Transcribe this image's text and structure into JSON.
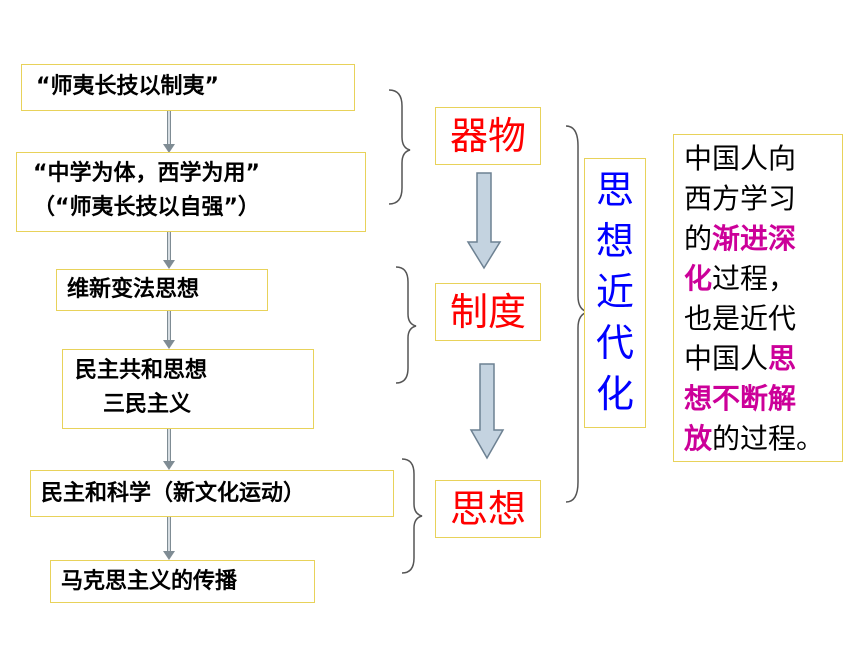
{
  "steps": [
    {
      "line1": "“师夷长技以制夷”"
    },
    {
      "line1": "“中学为体，西学为用”",
      "line2": "（“师夷长技以自强”）"
    },
    {
      "line1": "维新变法思想"
    },
    {
      "line1": "民主共和思想",
      "line2": "三民主义"
    },
    {
      "line1": "民主和科学（新文化运动）"
    },
    {
      "line1": "马克思主义的传播"
    }
  ],
  "levels": [
    "器物",
    "制度",
    "思想"
  ],
  "modernization_chars": [
    "思",
    "想",
    "近",
    "代",
    "化"
  ],
  "note": {
    "l1": "中国人向",
    "l2": "西方学习",
    "l3a": "的",
    "l3b": "渐进深",
    "l4a": "化",
    "l4b": "过程，",
    "l5": "也是近代",
    "l6a": "中国人",
    "l6b": "思",
    "l7": "想不断解",
    "l8a": "放",
    "l8b": "的过程。"
  },
  "colors": {
    "border": "#e8d25a",
    "level_text": "#ff0000",
    "vertical_text": "#0000ff",
    "highlight": "#cc0099"
  }
}
